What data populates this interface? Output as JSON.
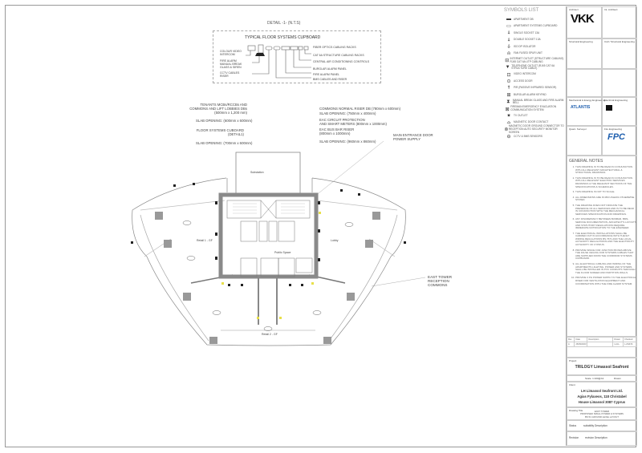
{
  "detail": {
    "title": "DETAIL -1- (N.T.S)",
    "subtitle": "TYPICAL FLOOR SYSTEMS CUPBOARD",
    "left_labels": [
      "COLOUR VIDEO INTERCOM",
      "FIRE ALARM MANUAL BREAK GLASS & SIREN",
      "CCTV CABLES RISER"
    ],
    "right_labels": [
      "FIBER OPTICS CABLING RACKS",
      "CAT 6A STRUCTURE CABLING RACKS",
      "CENTRAL AIR CONDITIONING CONTROLS",
      "BURGLAR ALARM PANEL",
      "FIRE ALARM PANEL",
      "BMS CABLES AND RISER"
    ]
  },
  "annotations": {
    "left": [
      "TENANTS MCBs/RCCBs AND\nCOMMONS AND LIFT LOBBIES DBs\n(500mm x 1,200 mm)",
      "SLAB OPENING: (600mm x 600mm)",
      "FLOOR SYSTEMS CUBOARD\n(DETAIL1)",
      "SLAB OPENING: (700mm x 600mm)"
    ],
    "right": [
      "COMMONS NORMAL RISER DB (780mm x 600mm)",
      "SLAB OPENING: (750mm x 400mm)",
      "EAC CIRCUIT PROTECTION\nAND SMART METERS (800mm x 1000mm)",
      "EAC BUS BAR RISER\n(800mm x 1000mm)",
      "SLAB OPENING: (960mm x 860mm)"
    ],
    "main_entrance": "MAIN ENTRANCE DOOR\nPOWER SUPPLY",
    "east_tower": "EAST TOWER\nRECEPTION\nCOMMONS"
  },
  "plan": {
    "substation": "Substation",
    "public_space": "Public Space",
    "retail_left": "Retail 1 - GF",
    "lobby": "Lobby",
    "retail_bottom": "Retail 2 - GF"
  },
  "symbols": {
    "title": "SYMBOLS LIST",
    "items": [
      {
        "icon": "▬",
        "label": "APARTMENT DB"
      },
      {
        "icon": "▭",
        "label": "APARTMENT SYSTEMS CUPBOARD"
      },
      {
        "icon": "⍋",
        "label": "SINGLE SOCKET 13A"
      },
      {
        "icon": "⍋",
        "label": "DOUBLE SOCKET 13A"
      },
      {
        "icon": "⍙",
        "label": "ISO DP ISOLATOR"
      },
      {
        "icon": "⍝",
        "label": "FAN FUSED SPUR UNIT"
      },
      {
        "icon": "⊟",
        "label": "INTERNET OUTLET (STRUCTURE CABLING) RJ45 CAT 6A UTP CABLING"
      },
      {
        "icon": "▼",
        "label": "TELEPHONE OUTLET (RJ45 CAT 6A STRUCTURE CABLE)"
      },
      {
        "icon": "⊡",
        "label": "VIDEO INTERCOM"
      },
      {
        "icon": "⊙",
        "label": "ACCESS DOOR"
      },
      {
        "icon": "⍒",
        "label": "PIR (PASSIVE INFRARED SENSOR)"
      },
      {
        "icon": "⊞",
        "label": "BURGLAR ALARM KEYPAD"
      },
      {
        "icon": "⧗",
        "label": "MANUAL BREAK GLASS AND FIRE ALARM BELL"
      },
      {
        "icon": "⊠",
        "label": "FIREMAN EMERGENCY EVACUATION COMMUNICATION SYSTEM"
      },
      {
        "icon": "✷",
        "label": "TV OUTLET"
      },
      {
        "icon": "⌓",
        "label": "MAGNETIC DOOR CONTACT"
      },
      {
        "icon": "⊚",
        "label": "MAGNETIC DOOR GROUND CONNECTOR TO RECEPTION AUTO SECURITY MONITOR SCREEN"
      },
      {
        "icon": "⊖",
        "label": "CCTV & BMS SENSORS"
      }
    ]
  },
  "title_block": {
    "architect_label": "Architect",
    "architect_logo": "VKK",
    "interior_label": "Int. Architect",
    "structural_label": "Structural Engineering",
    "civil_label": "Civil / Structural Engineering",
    "mechanical_label": "Mechanical & Energy Engineering",
    "electrical_label": "Electrical Engineering",
    "electrical_logo_1": "ATLANTIS",
    "quantity_label": "Quant. Surveyor",
    "fire_label": "Fire Engineering",
    "fire_logo": "FPC",
    "general_notes_title": "GENERAL NOTES",
    "general_notes": [
      "THIS DRAWING IS TO BE READ IN CONJUNCTION WITH ALL RELEVANT ARCHITECTURAL & STRUCTURAL DRAWINGS.",
      "THIS DRAWING IS TO BE READ IN CONJUNCTION WITH ALL RELEVANT ELECTRIC SERVICES DRAWINGS & THE RELEVANT SECTIONS OF THE SPECIFICATIONS & SCHEDULES.",
      "THIS DRAWING IS NOT TO SCALE.",
      "ALL DIMENSIONS ARE IN MM UNLESS OTHERWISE STATED.",
      "THE DRAWING DOES NOT INDICATE THE PRESENCE OF ALL SERVICES AND IS TO BE READ IN CONJUNCTION WITH THE MECHANICAL SERVICES SPECIFICATION AND DRAWINGS.",
      "ANY DISCREPANCY BETWEEN BUSBAR, BMS, SERVICE DOCUMENTATION, ARCHITECT'S LAYOUTS AND STATUTORY REGULATIONS REQUIRE IMMEDIATE NOTIFICATION TO THE ENGINEER.",
      "THE ELECTRICAL INSTALLATIONS SHALL BE CARRIED OUT IN ACCORDANCE WITH THE IET WIRING REGULATIONS BS 7671 AND THE LOCAL AUTHORITY REGULATIONS AND THE ELECTRICITY AUTHORITY OF CYPRUS.",
      "PROVIDE SPACE FOR JUNCTION BOXES ABOVE THE FALSE CEILING FOR SYSTEMS CABLES THAT ARE SUPPLIED FROM THE CORRIDOR SYSTEMS CUPBOARD.",
      "ALL ELECTRICAL CABLING AND WIRING OF THE APARTMENTS LIGHTING, POWER AND SYSTEMS SHALL BE INSTALLED IN PVC CONDUITS THROUGH THE FLOOR SCREED AND PARTITION WALLS.",
      "PROVIDE 3 PH POWER SUPPLY IN THE ELECTRICAL RISER FOR VENTILATION EQUIPMENT AND COORDINATION WITH THE FIRE ALARM SYSTEM."
    ],
    "revision_headers": [
      "Rev",
      "Date",
      "Description",
      "Drawn",
      "Checked"
    ],
    "revision_row": [
      "A",
      "26/09/2023",
      "",
      "LL/LL",
      "L.ZAIFIS"
    ],
    "project_label": "Project",
    "project_name": "TRILOGY Limassol Seafront",
    "scale_text": "Scale  1:100@A1",
    "drawn_text": "Drawn",
    "client_label": "Client",
    "client_lines": [
      "LH Limassol Seafront Ltd.",
      "Agias Fylaxeos, 118 Christabel",
      "House Limassol 3087 Cyprus"
    ],
    "drawing_title_label": "Drawing Title",
    "drawing_title_lines": [
      "EAST TOWER",
      "PROPOSED SMALL POWER & SYSTEMS",
      "BS 51 GROUND LEVEL LAYOUT"
    ],
    "status_label": "Status",
    "status_value": "suitability Description",
    "revision_label": "Revision",
    "revision_value": "revision Description"
  },
  "colors": {
    "line": "#555555",
    "wall": "#8a8a8a",
    "accent": "#1f5fae",
    "highlight": "#e8e04a"
  }
}
